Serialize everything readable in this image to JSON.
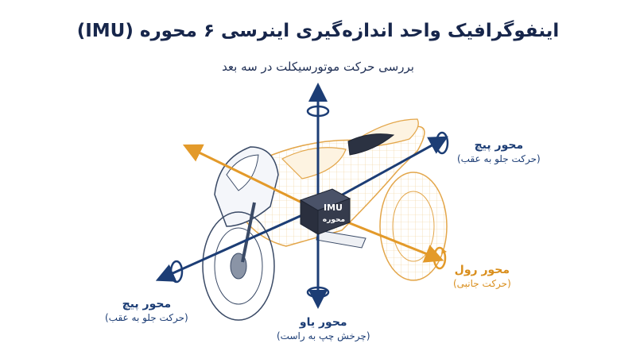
{
  "title": "اینفوگرافیک واحد اندازه‌گیری اینرسی ۶ محوره (IMU)",
  "subtitle": "بررسی حرکت موتورسیکلت در سه بعد",
  "imu_box": {
    "line1": "IMU",
    "line2": "محوره"
  },
  "labels": {
    "pitch_top": {
      "name": "محور پیچ",
      "desc": "(حرکت جلو به عقب)"
    },
    "pitch_left": {
      "name": "محور پیچ",
      "desc": "(حرکت جلو به عقب)"
    },
    "yaw": {
      "name": "محور یاو",
      "desc": "(چرخش چپ به راست)"
    },
    "roll": {
      "name": "محور رول",
      "desc": "(حرکت جانبی)"
    }
  },
  "colors": {
    "axis_blue": "#1c3d75",
    "axis_orange": "#e39a2a",
    "bike_line": "#e8b45a",
    "bike_front": "#3a4a66"
  }
}
